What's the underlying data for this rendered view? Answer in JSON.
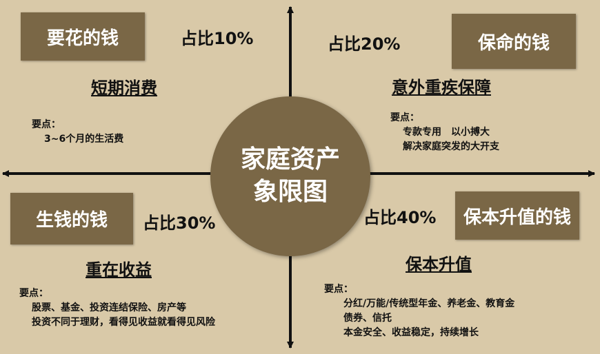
{
  "center": {
    "line1": "家庭资产",
    "line2": "象限图"
  },
  "quadrants": {
    "top_left": {
      "label": "要花的钱",
      "ratio": "占比10%",
      "subtitle": "短期消费",
      "points_title": "要点：",
      "points": [
        "3~6个月的生活费"
      ]
    },
    "top_right": {
      "label": "保命的钱",
      "ratio": "占比20%",
      "subtitle": "意外重疾保障",
      "points_title": "要点：",
      "points": [
        "专款专用　以小搏大",
        "解决家庭突发的大开支"
      ]
    },
    "bottom_left": {
      "label": "生钱的钱",
      "ratio": "占比30%",
      "subtitle": "重在收益",
      "points_title": "要点：",
      "points": [
        "股票、基金、投资连结保险、房产等",
        "投资不同于理财，看得见收益就看得见风险"
      ]
    },
    "bottom_right": {
      "label": "保本升值的钱",
      "ratio": "占比40%",
      "subtitle": "保本升值",
      "points_title": "要点：",
      "points": [
        "分红/万能/传统型年金、养老金、教育金",
        "债券、信托",
        "本金安全、收益稳定，持续增长"
      ]
    }
  },
  "colors": {
    "background": "#d9c9a8",
    "accent": "#7a6746",
    "text": "#111111",
    "axis": "#111111"
  }
}
